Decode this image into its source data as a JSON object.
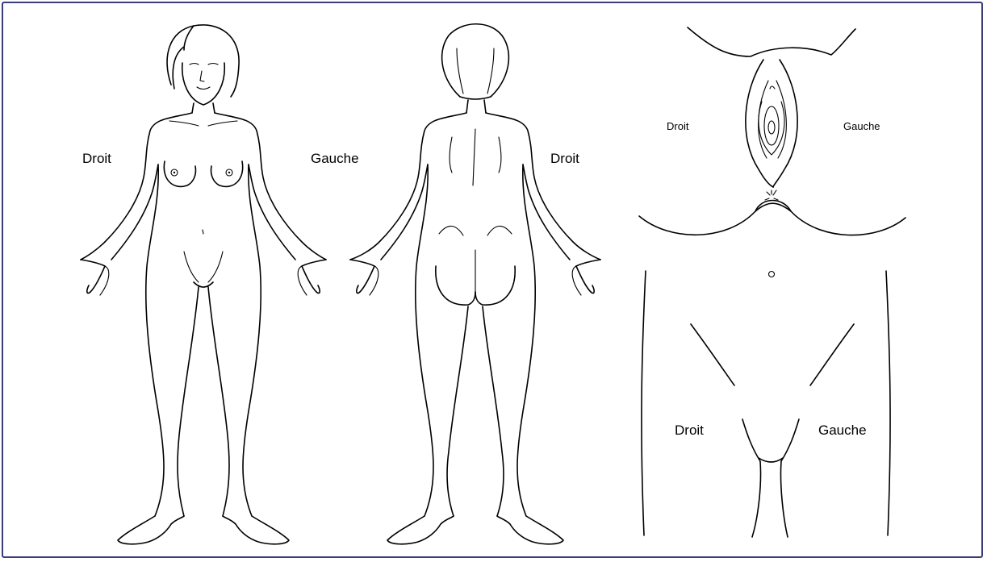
{
  "frame": {
    "border_color": "#3b3c7a"
  },
  "front_view": {
    "label_left": "Droit",
    "label_right": "Gauche"
  },
  "back_view": {
    "label_right": "Droit"
  },
  "vulva_view": {
    "label_left": "Droit",
    "label_right": "Gauche"
  },
  "groin_view": {
    "label_left": "Droit",
    "label_right": "Gauche"
  }
}
